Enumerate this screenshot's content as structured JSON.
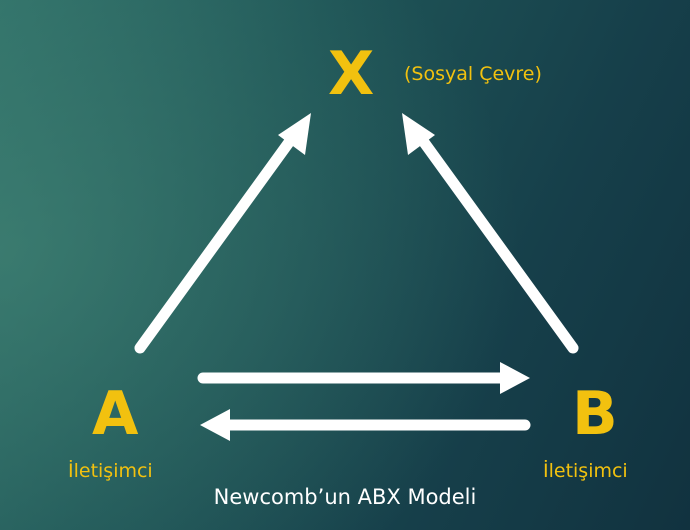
{
  "diagram": {
    "title": "Newcomb’un ABX Modeli",
    "nodes": {
      "x": {
        "letter": "X",
        "note": "(Sosyal Çevre)"
      },
      "a": {
        "letter": "A",
        "role": "İletişimci"
      },
      "b": {
        "letter": "B",
        "role": "İletişimci"
      }
    },
    "edges": [
      {
        "from": "A",
        "to": "X"
      },
      {
        "from": "B",
        "to": "X"
      },
      {
        "from": "A",
        "to": "B"
      },
      {
        "from": "B",
        "to": "A"
      }
    ],
    "colors": {
      "accent": "#f2c10f",
      "arrow": "#ffffff",
      "caption": "#ffffff",
      "background": "#1a4a50"
    }
  }
}
